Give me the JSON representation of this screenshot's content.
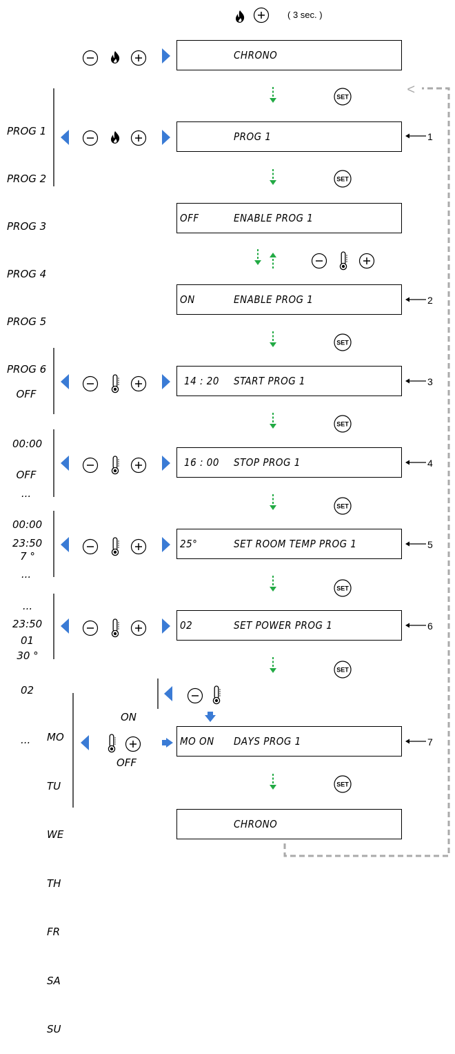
{
  "header": {
    "hold_note": "( 3 sec. )"
  },
  "screens": [
    {
      "left": "",
      "right": "CHRONO"
    },
    {
      "left": "",
      "right": "PROG 1"
    },
    {
      "left": "OFF",
      "right": "ENABLE PROG 1"
    },
    {
      "left": "ON",
      "right": "ENABLE PROG 1"
    },
    {
      "left": "14 : 20",
      "right": "START PROG 1"
    },
    {
      "left": "16 : 00",
      "right": "STOP PROG 1"
    },
    {
      "left": "25°",
      "right": "SET ROOM TEMP PROG 1"
    },
    {
      "left": "02",
      "right": "SET POWER PROG 1"
    },
    {
      "left": "MO ON",
      "right": "DAYS PROG 1"
    },
    {
      "left": "",
      "right": "CHRONO"
    }
  ],
  "refs": [
    "1",
    "2",
    "3",
    "4",
    "5",
    "6",
    "7"
  ],
  "set_label": "SET",
  "loop_arrow": "<",
  "options": {
    "programs": [
      "PROG 1",
      "PROG 2",
      "PROG 3",
      "PROG 4",
      "PROG 5",
      "PROG 6"
    ],
    "start_range": [
      "OFF",
      "00:00",
      "...",
      "23:50"
    ],
    "stop_range": [
      "OFF",
      "00:00",
      "...",
      "23:50"
    ],
    "temp_range": [
      "7 °",
      "...",
      "30 °"
    ],
    "power_range": [
      "01",
      "02",
      "..."
    ],
    "on_off": [
      "ON",
      "OFF"
    ],
    "days": [
      "MO",
      "TU",
      "WE",
      "TH",
      "FR",
      "SA",
      "SU"
    ]
  },
  "colors": {
    "arrow_blue": "#3a7bd5",
    "arrow_green": "#22aa44",
    "loop_gray": "#aaaaaa",
    "lcd_border": "#000000"
  },
  "icons": [
    "flame-icon",
    "plus-button-icon",
    "minus-button-icon",
    "thermometer-icon",
    "set-button-icon"
  ]
}
